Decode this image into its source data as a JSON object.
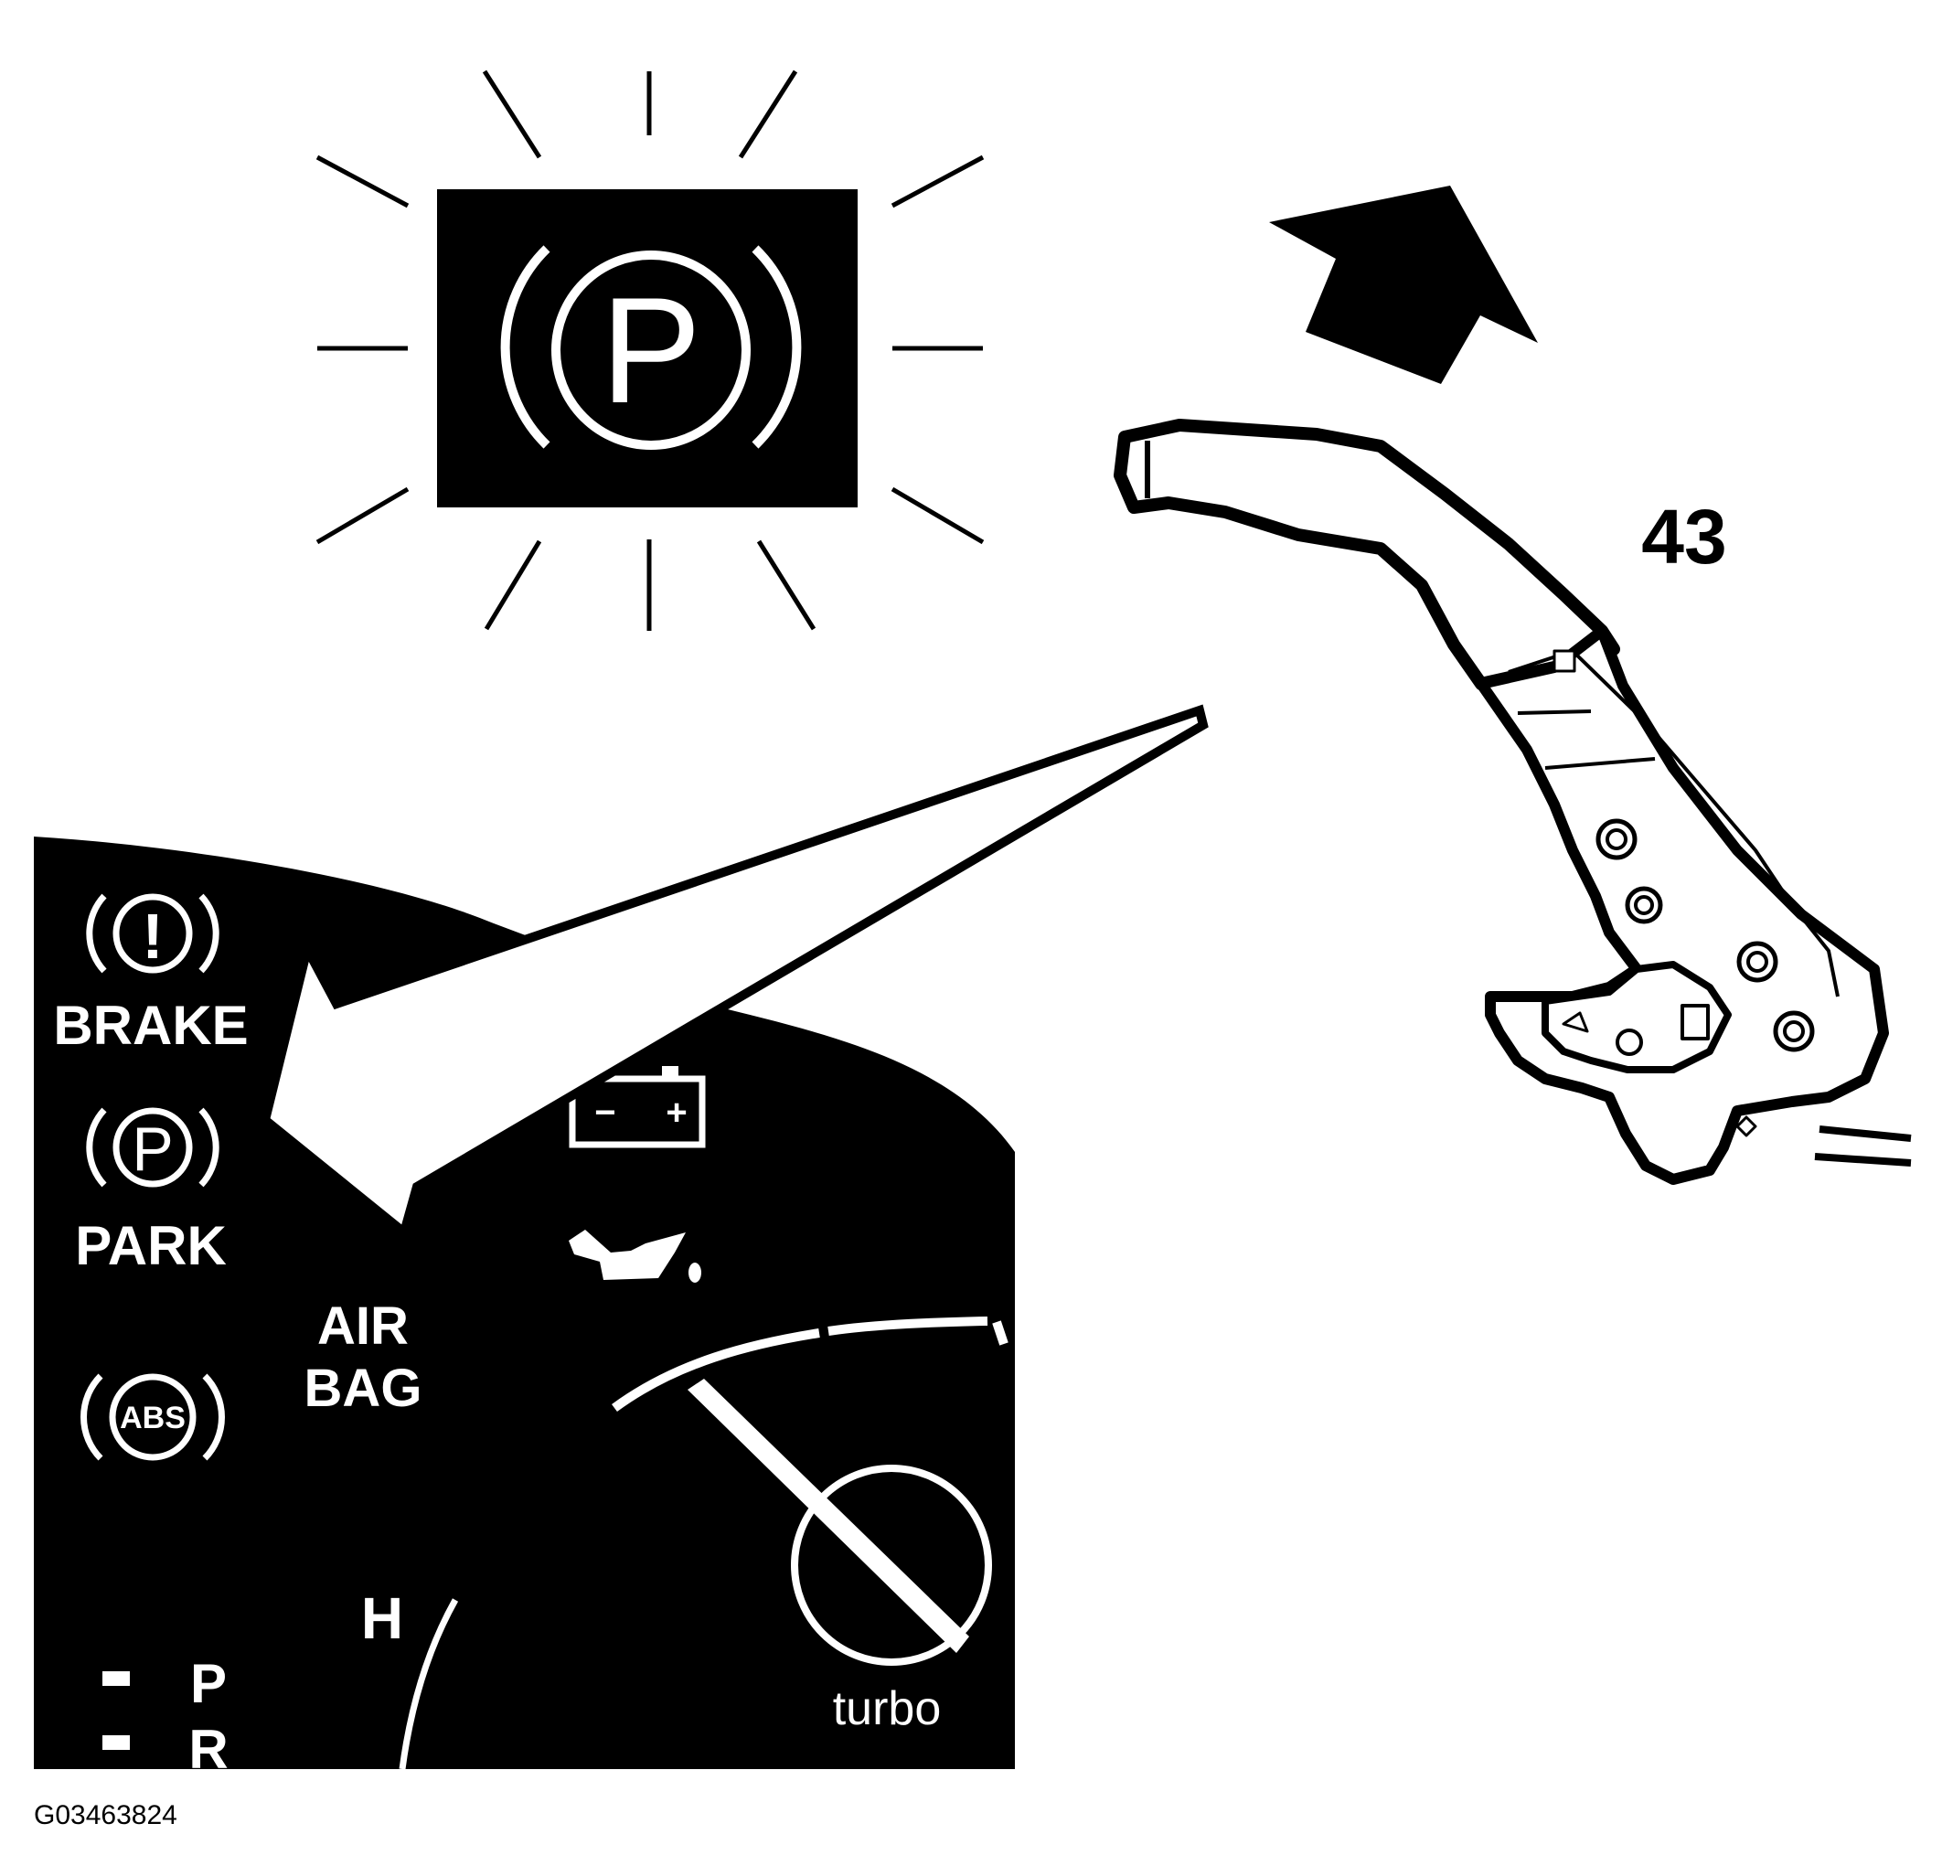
{
  "callout_number": "43",
  "warning_lights": {
    "brake": "BRAKE",
    "park": "PARK",
    "airbag_line1": "AIR",
    "airbag_line2": "BAG",
    "abs": "ABS",
    "park_symbol": "P",
    "brake_symbol": "!"
  },
  "cluster": {
    "temp_label": "H",
    "gear_p": "P",
    "gear_r": "R",
    "turbo_label": "turbo",
    "battery_minus": "−",
    "battery_plus": "+"
  },
  "enlarged_symbol": "P",
  "figure_id": "G03463824",
  "colors": {
    "ink": "#000000",
    "paper": "#ffffff"
  }
}
